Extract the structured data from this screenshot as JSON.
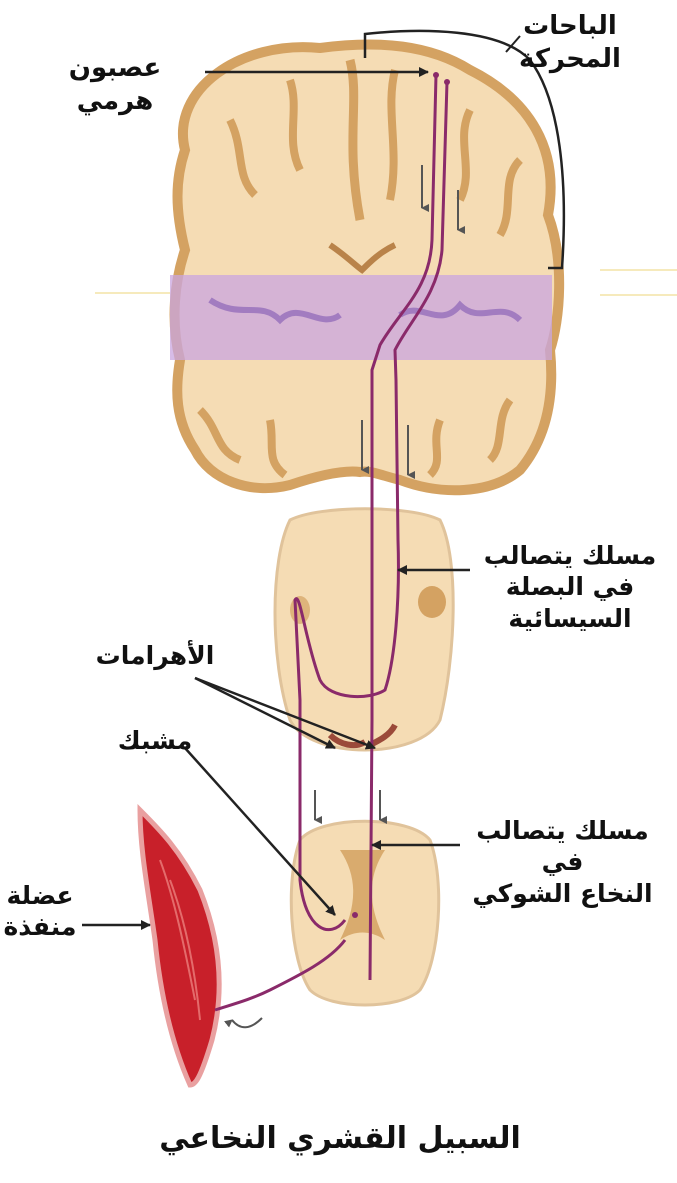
{
  "labels": {
    "motor_areas": "الباحات المحركة",
    "pyramidal_neuron": "عصبون هرمي",
    "medulla_tract": "مسلك يتصالب\nفي البصلة\nالسيسائية",
    "pyramids": "الأهرامات",
    "synapse": "مشبك",
    "spinal_tract": "مسلك يتصالب في\nالنخاع الشوكي",
    "effector_muscle": "عضلة\nمنفذة",
    "title": "السبيل القشري النخاعي"
  },
  "colors": {
    "brain_tissue": "#f5dcb4",
    "cortex": "#d4a262",
    "highlight_band": "#c9a6e0",
    "tract": "#8a2a6a",
    "muscle": "#c8202a",
    "arrow": "#222222"
  }
}
